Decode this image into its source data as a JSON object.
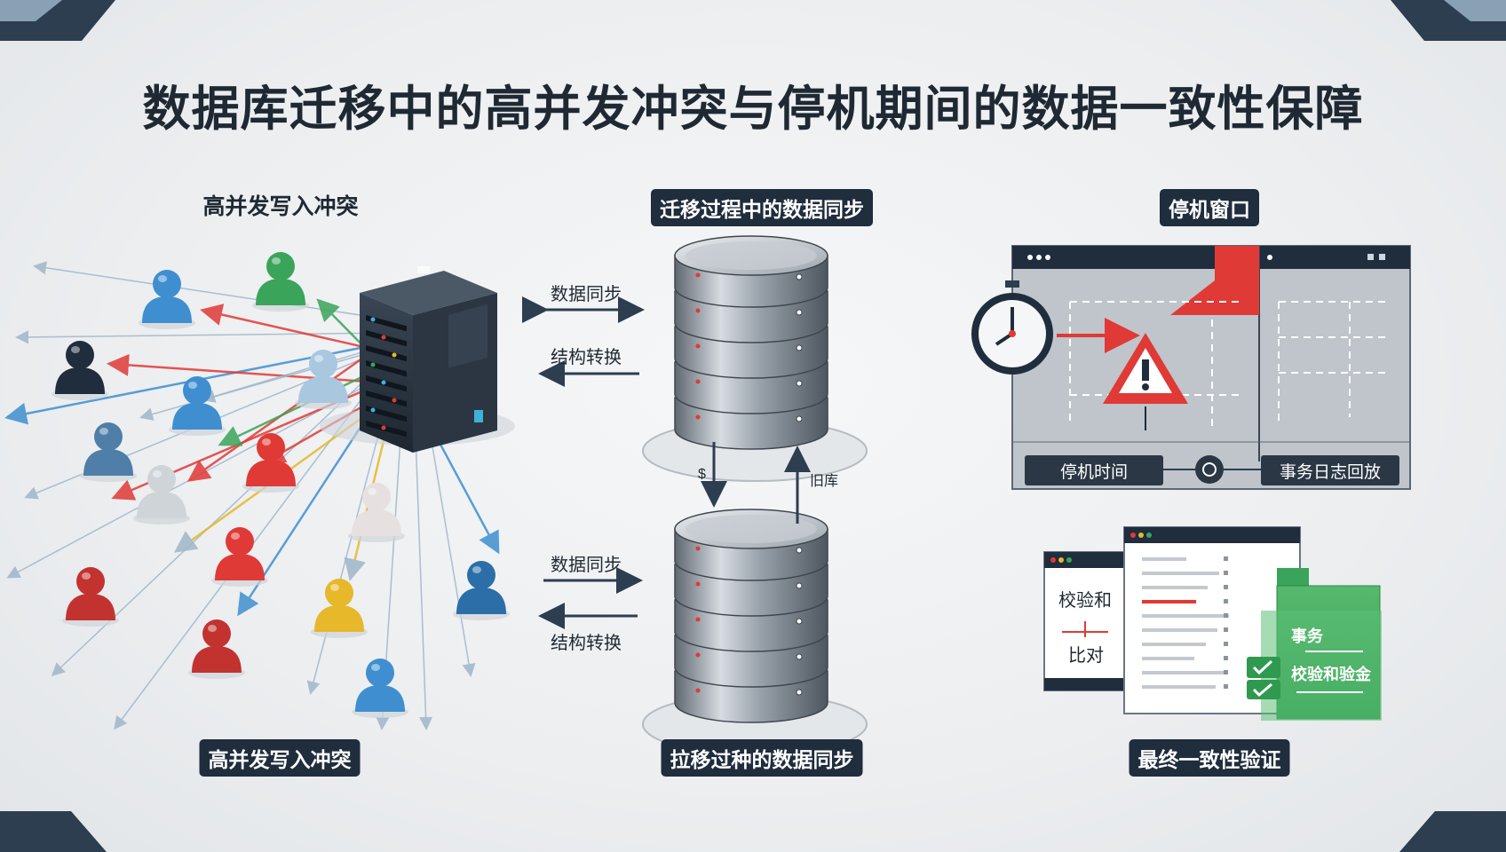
{
  "title": "数据库迁移中的高并发冲突与停机期间的数据一致性保障",
  "sections": {
    "left": {
      "top_label": "高并发写入冲突",
      "bottom_label": "高并发写入冲突"
    },
    "middle": {
      "top_label": "迁移过程中的数据同步",
      "bottom_label": "拉移过种的数据同步",
      "arrows": {
        "top_sync": "数据同步",
        "top_convert": "结构转换",
        "bottom_sync": "数据同步",
        "bottom_convert": "结构转换",
        "down_label": "$",
        "up_label": "旧库"
      }
    },
    "right": {
      "top_label": "停机窗口",
      "downtime_label": "停机时间",
      "replay_label": "事务日志回放",
      "bottom_label": "最终一致性验证",
      "checksum_top": "校验和",
      "checksum_bottom": "比对",
      "green_title": "事务",
      "green_sub": "校验和验金"
    }
  },
  "colors": {
    "dark_navy": "#1f2d3d",
    "red": "#e03a36",
    "blue": "#3f8fd0",
    "green": "#3aa45a",
    "yellow": "#e6b82a"
  }
}
